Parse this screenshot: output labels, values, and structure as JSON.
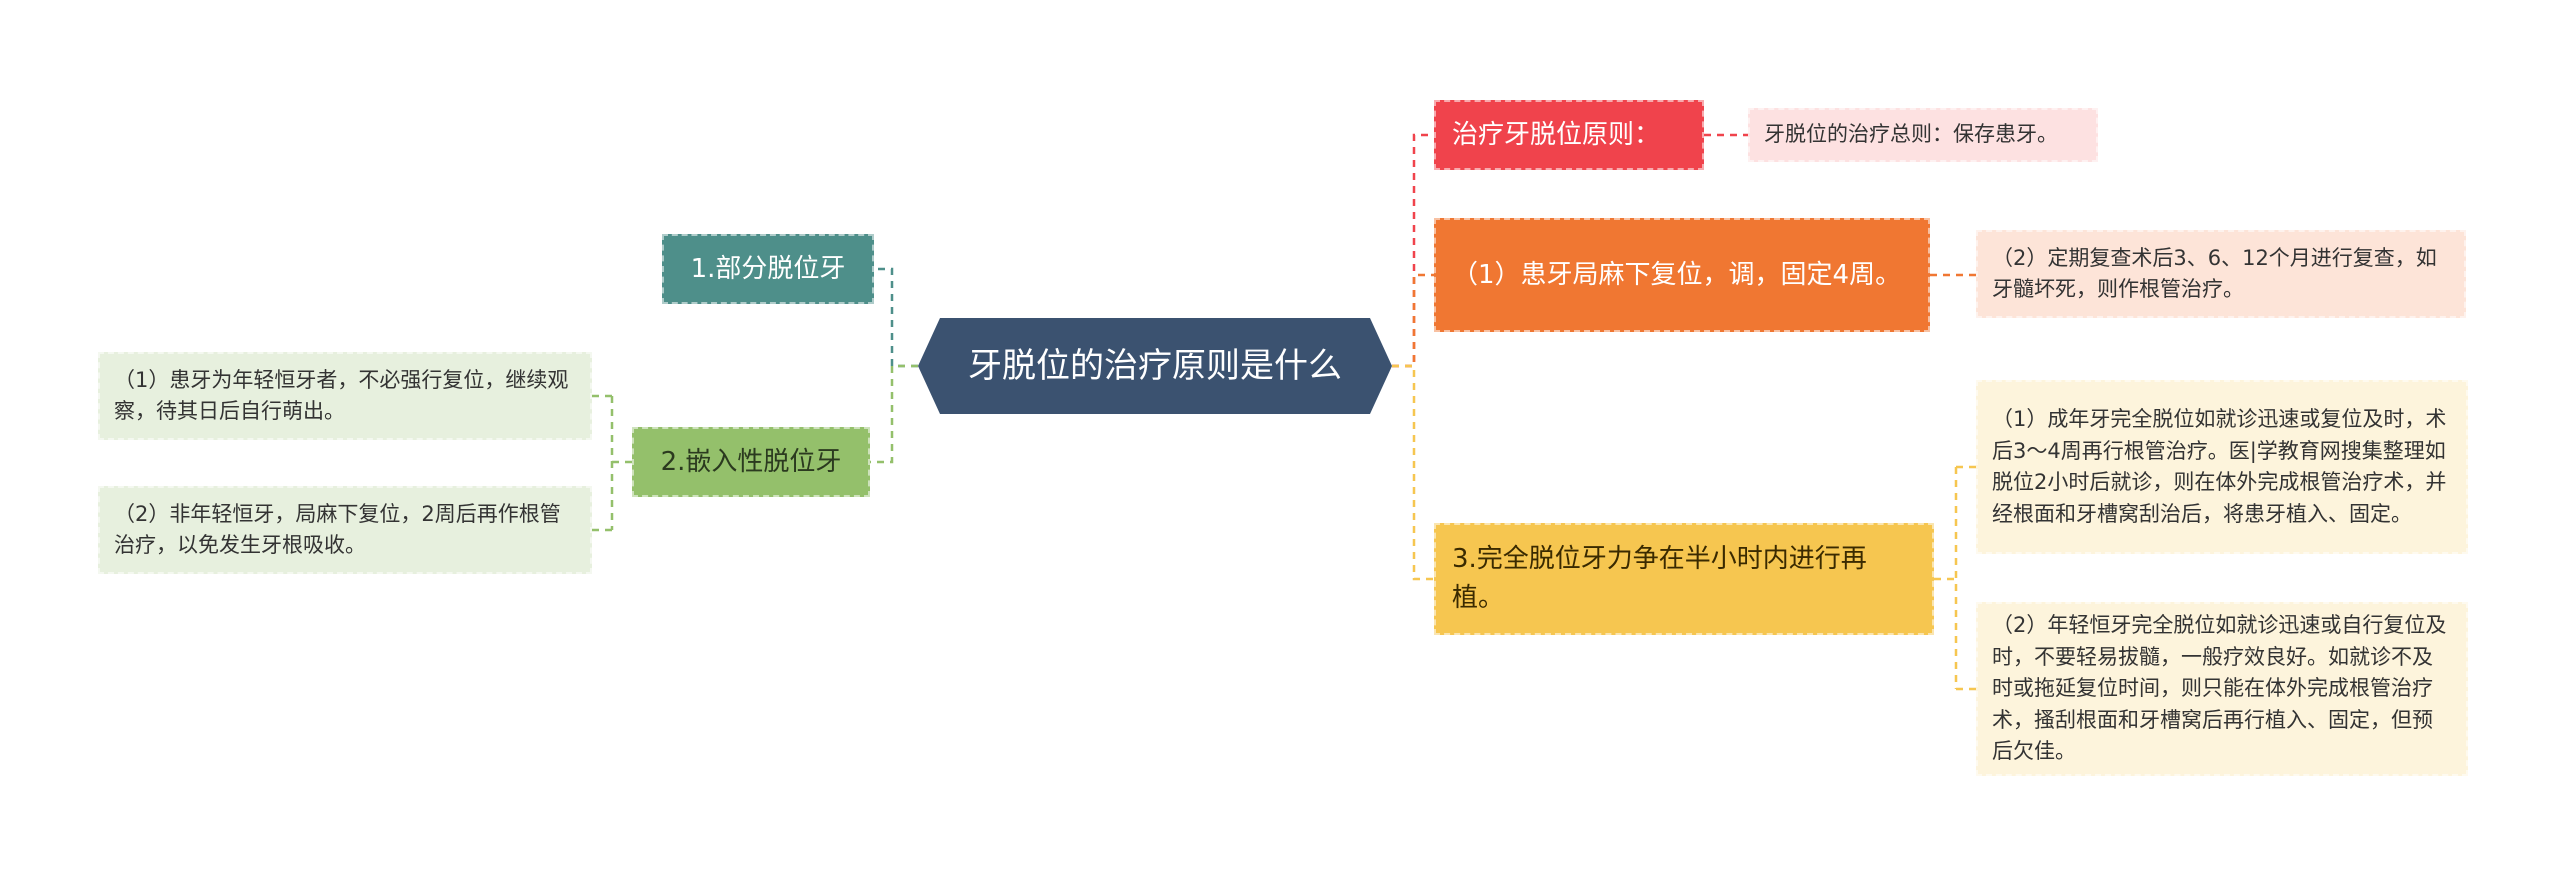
{
  "center": {
    "label": "牙脱位的治疗原则是什么"
  },
  "colors": {
    "center": "#3b5270",
    "teal": "#4e8f8a",
    "green": "#94c06b",
    "red": "#f0434c",
    "orange": "#f07732",
    "yellow": "#f6c650"
  },
  "left": {
    "partial": {
      "label": "1.部分脱位牙"
    },
    "intrusive": {
      "label": "2.嵌入性脱位牙",
      "children": [
        {
          "text": "（1）患牙为年轻恒牙者，不必强行复位，继续观察，待其日后自行萌出。"
        },
        {
          "text": "（2）非年轻恒牙，局麻下复位，2周后再作根管治疗，以免发生牙根吸收。"
        }
      ]
    }
  },
  "right": {
    "principle": {
      "label": "治疗牙脱位原则：",
      "children": [
        {
          "text": "牙脱位的治疗总则：保存患牙。"
        }
      ]
    },
    "reposition": {
      "label": "（1）患牙局麻下复位，调，固定4周。",
      "children": [
        {
          "text": "（2）定期复查术后3、6、12个月进行复查，如牙髓坏死，则作根管治疗。"
        }
      ]
    },
    "complete": {
      "label": "3.完全脱位牙力争在半小时内进行再植。",
      "children": [
        {
          "text": "（1）成年牙完全脱位如就诊迅速或复位及时，术后3～4周再行根管治疗。医|学教育网搜集整理如脱位2小时后就诊，则在体外完成根管治疗术，并经根面和牙槽窝刮治后，将患牙植入、固定。"
        },
        {
          "text": "（2）年轻恒牙完全脱位如就诊迅速或自行复位及时，不要轻易拔髓，一般疗效良好。如就诊不及时或拖延复位时间，则只能在体外完成根管治疗术，搔刮根面和牙槽窝后再行植入、固定，但预后欠佳。"
        }
      ]
    }
  }
}
